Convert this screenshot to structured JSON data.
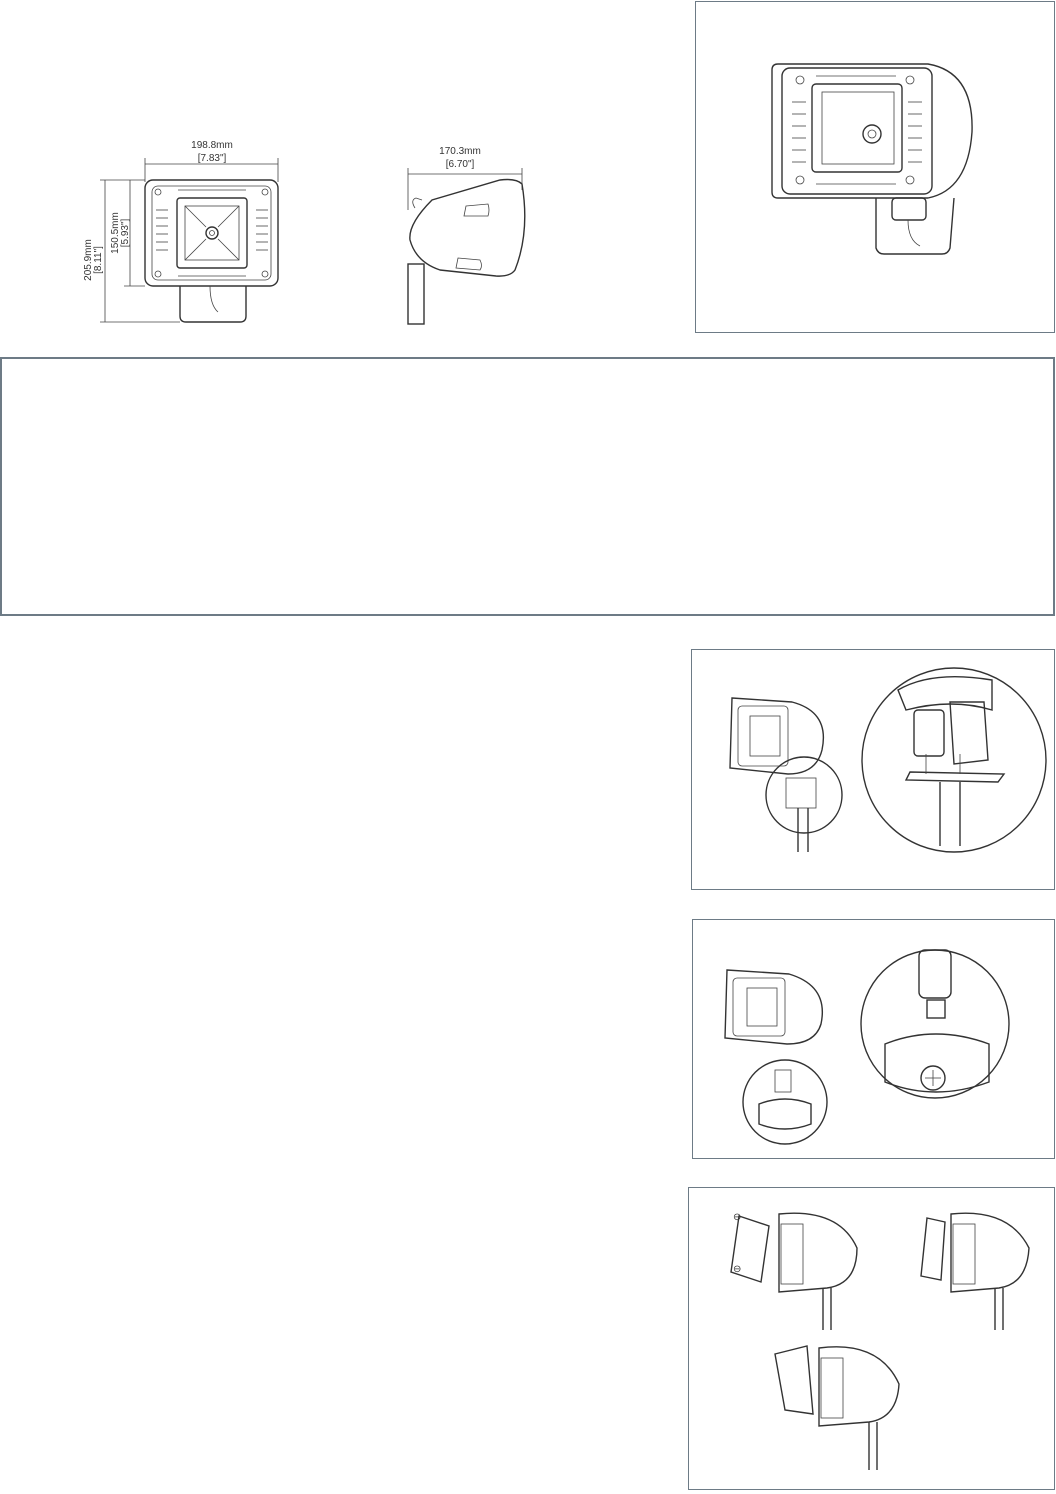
{
  "dimensions": {
    "width_mm": "198.8mm",
    "width_in": "[7.83\"]",
    "head_height_mm": "150.5mm",
    "head_height_in": "[5.93\"]",
    "total_height_mm": "205.9mm",
    "total_height_in": "[8.11\"]",
    "depth_mm": "170.3mm",
    "depth_in": "[6.70\"]"
  },
  "figures": {
    "product_view": "product-isometric",
    "slipfitter_mount": "slipfitter-mount-detail",
    "knuckle_mount": "knuckle-mount-detail",
    "accessories": "accessory-shields"
  }
}
